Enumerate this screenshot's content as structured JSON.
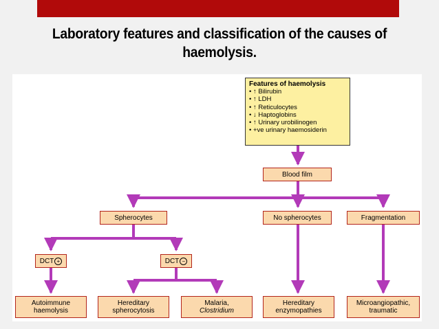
{
  "slide": {
    "title_line1": "Laboratory features and classification of the causes of",
    "title_line2": "haemolysis."
  },
  "colors": {
    "accent_bar": "#b10a0a",
    "connector": "#b23ab8",
    "box_fill": "#fbd9ad",
    "box_border": "#b2231a",
    "features_fill": "#fdf0a1"
  },
  "diagram": {
    "features": {
      "heading": "Features of haemolysis",
      "items": [
        "• ↑ Bilirubin",
        "• ↑ LDH",
        "• ↑ Reticulocytes",
        "• ↓ Haptoglobins",
        "• ↑ Urinary urobilinogen",
        "• +ve urinary haemosiderin"
      ]
    },
    "blood_film": "Blood film",
    "spherocytes": "Spherocytes",
    "no_spherocytes": "No spherocytes",
    "fragmentation": "Fragmentation",
    "dct_pos": {
      "label": "DCT",
      "sign": "+"
    },
    "dct_neg": {
      "label": "DCT",
      "sign": "−"
    },
    "autoimmune": {
      "line1": "Autoimmune",
      "line2": "haemolysis"
    },
    "hereditary_sph": {
      "line1": "Hereditary",
      "line2": "spherocytosis"
    },
    "malaria": {
      "line1": "Malaria,",
      "line2": "Clostridium"
    },
    "hereditary_enz": {
      "line1": "Hereditary",
      "line2": "enzymopathies"
    },
    "microangio": {
      "line1": "Microangiopathic,",
      "line2": "traumatic"
    }
  }
}
